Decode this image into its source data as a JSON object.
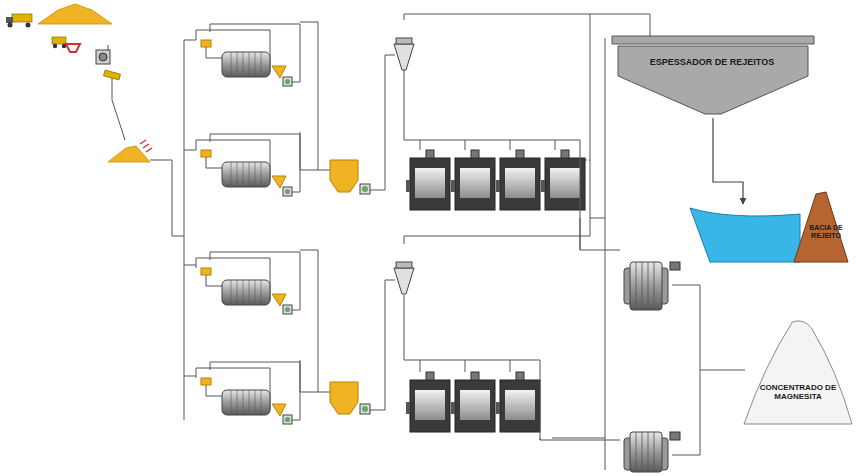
{
  "diagram": {
    "nodes": [
      {
        "text": [
          "ESPESSADOR DE REJEITOS"
        ]
      },
      {
        "text": [
          "BACIA DE REJEITO"
        ]
      },
      {
        "text": [
          "CONCENTRADO DE MAGNESITA"
        ]
      }
    ],
    "edges": [
      {
        "from": 0,
        "to": 1,
        "arrow": "to"
      }
    ]
  }
}
